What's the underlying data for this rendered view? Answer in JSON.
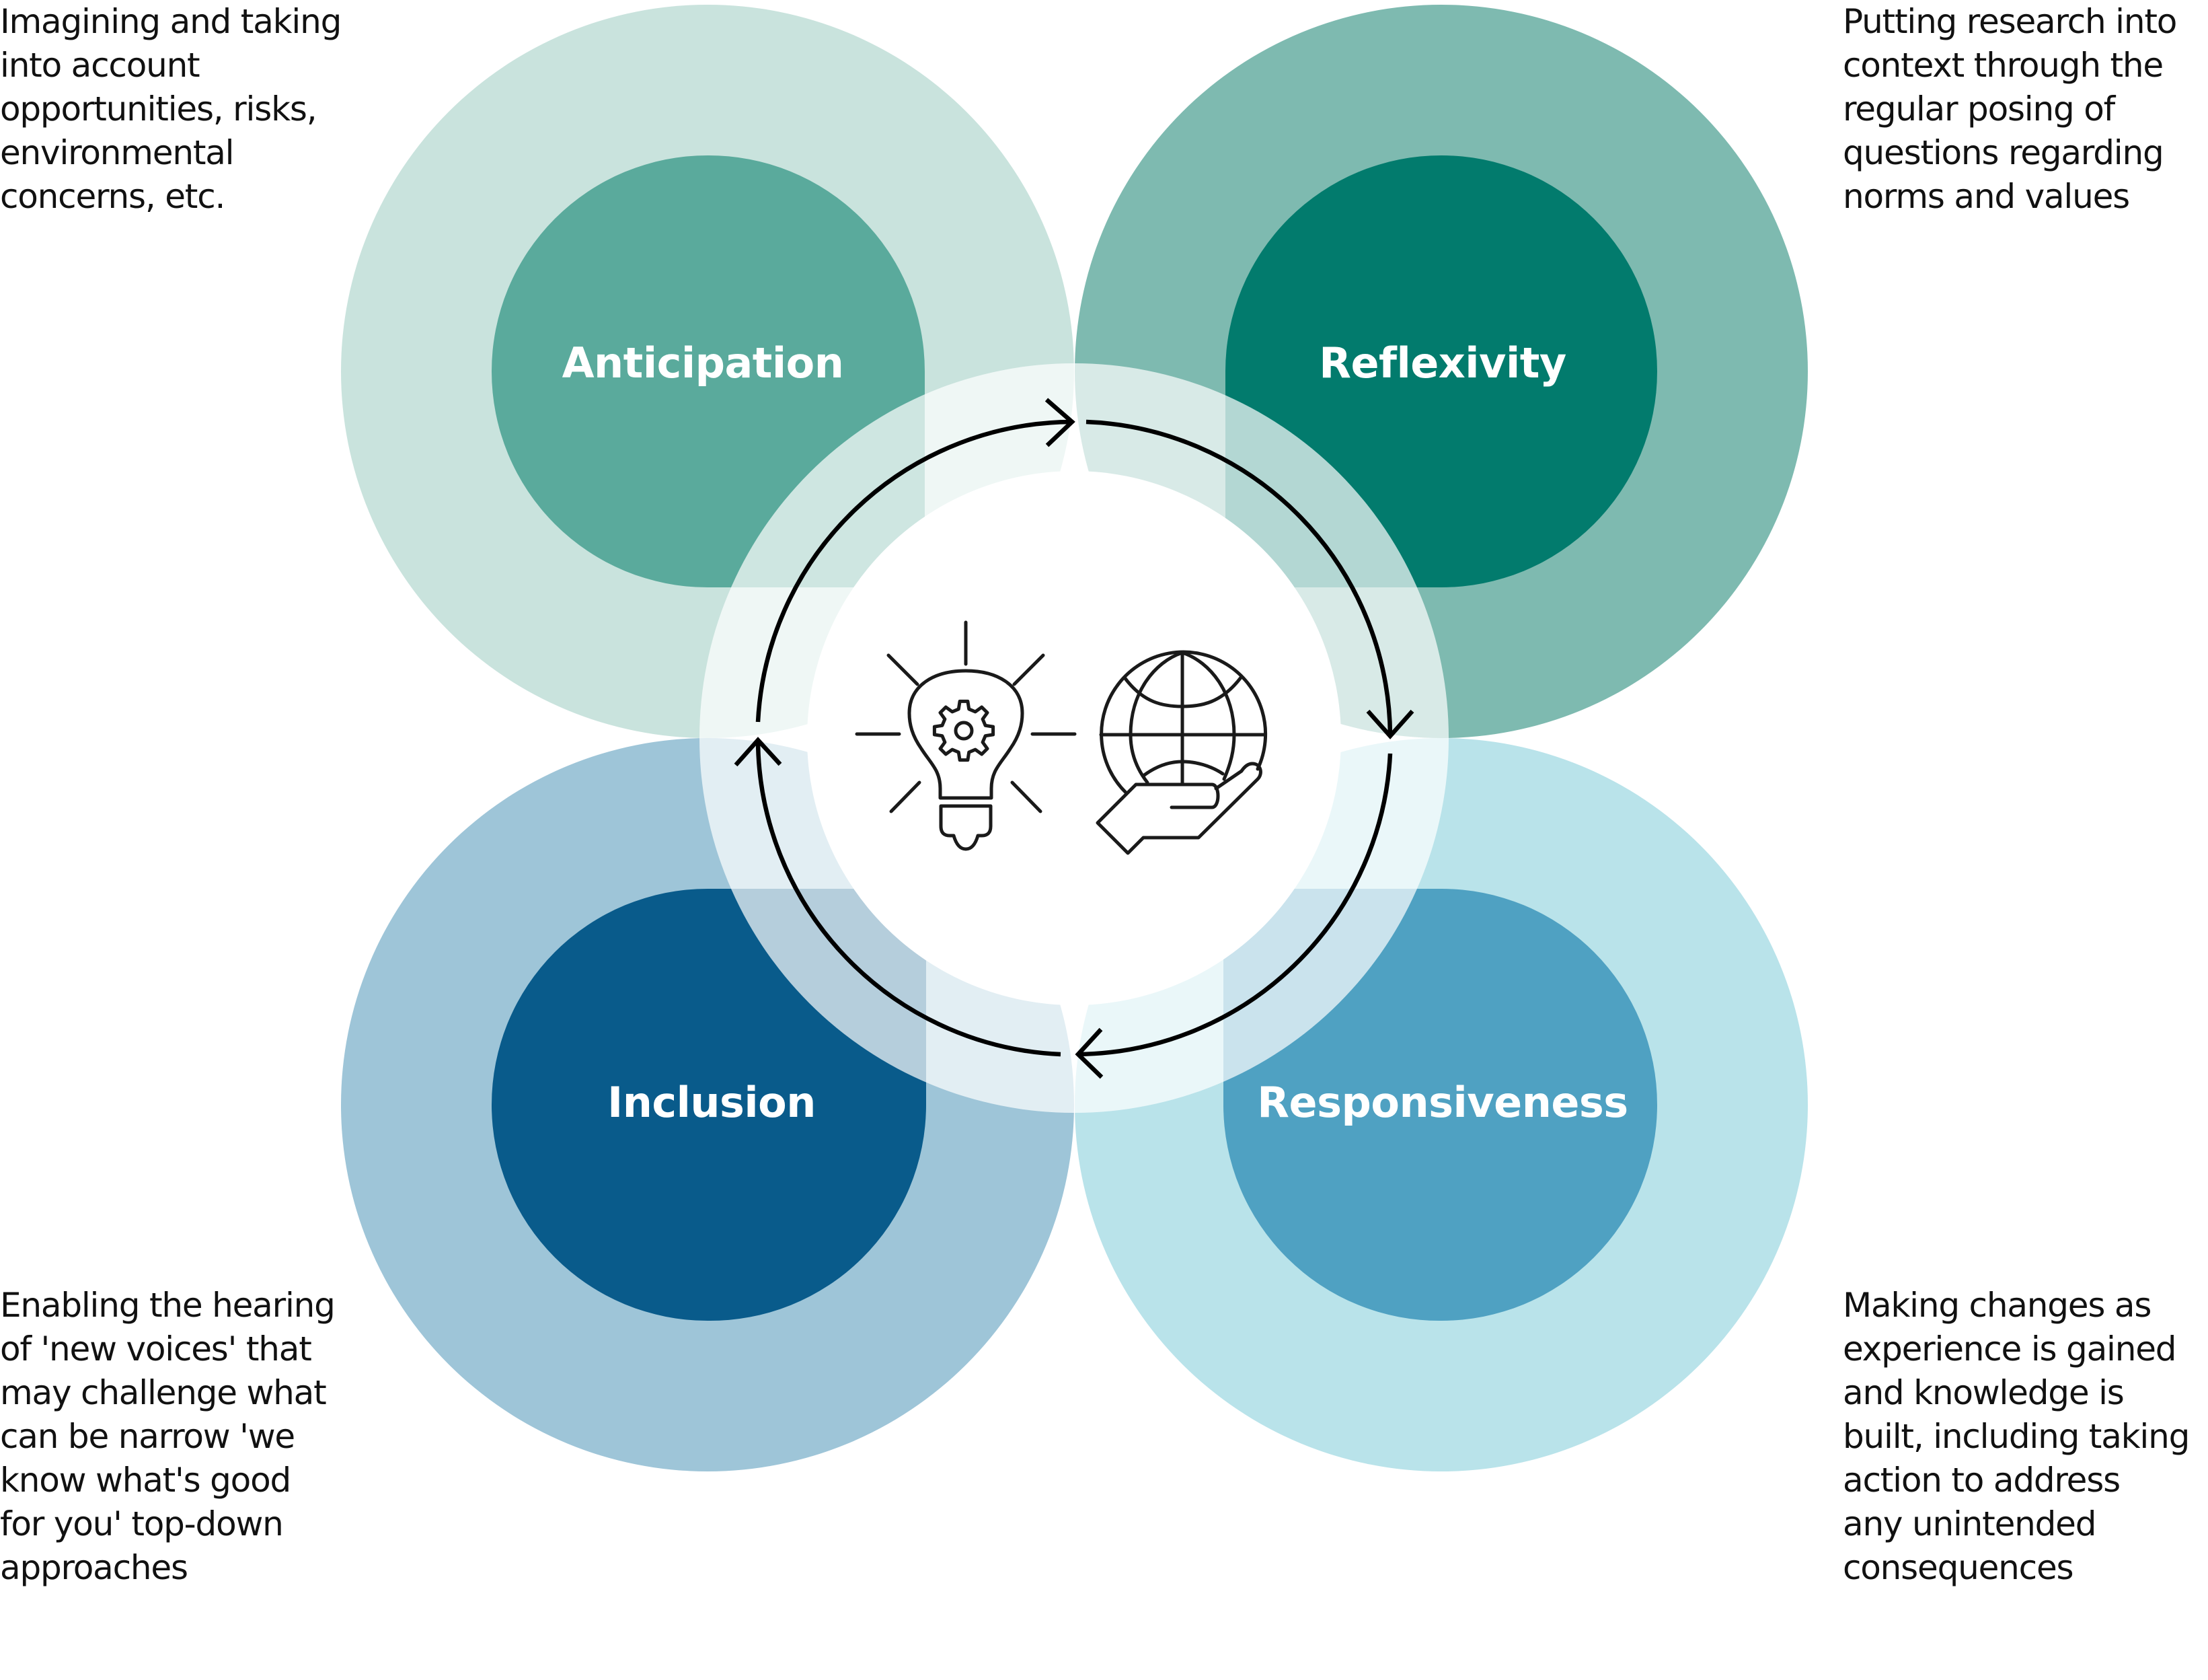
{
  "diagram": {
    "title": "Responsible research and innovation dimensions",
    "quadrants": [
      {
        "id": "anticipation",
        "label": "Anticipation",
        "position": "top-left",
        "outer_color": "#C9E3DD",
        "inner_color": "#5AAA9C",
        "description_lines": [
          "Imagining and taking",
          "into account",
          "opportunities, risks,",
          "environmental",
          "concerns, etc."
        ]
      },
      {
        "id": "reflexivity",
        "label": "Reflexivity",
        "position": "top-right",
        "outer_color": "#7EBAB0",
        "inner_color": "#027B6D",
        "description_lines": [
          "Putting research into",
          "context through the",
          "regular posing of",
          "questions regarding",
          "norms and values"
        ]
      },
      {
        "id": "inclusion",
        "label": "Inclusion",
        "position": "bottom-left",
        "outer_color": "#9EC5D8",
        "inner_color": "#095B8B",
        "description_lines": [
          "Enabling the hearing",
          "of 'new voices' that",
          "may challenge what",
          "can be narrow 'we",
          "know what's good",
          "for you' top-down",
          "approaches"
        ]
      },
      {
        "id": "responsiveness",
        "label": "Responsiveness",
        "position": "bottom-right",
        "outer_color": "#B9E3EA",
        "inner_color": "#4FA1C2",
        "description_lines": [
          "Making changes as",
          "experience is gained",
          "and knowledge is",
          "built, including taking",
          "action to address",
          "any unintended",
          "consequences"
        ]
      }
    ],
    "cycle": {
      "direction": "clockwise",
      "arrow_icon": "circular-arrows-icon"
    },
    "center_icons": [
      "lightbulb-gear-icon",
      "globe-in-hand-icon"
    ],
    "ring_color": "#FFFFFF"
  }
}
